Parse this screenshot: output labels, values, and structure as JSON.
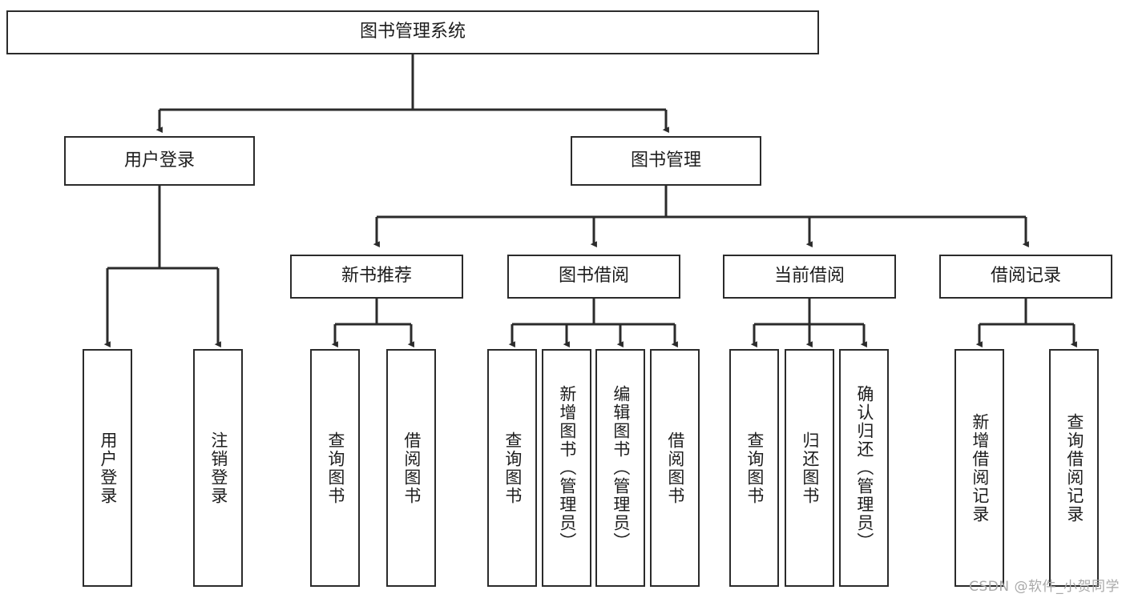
{
  "diagram": {
    "title": "图书管理系统",
    "type": "tree-hierarchy",
    "watermark": "CSDN @软件_小贺同学",
    "colors": {
      "stroke": "#2b2b2b",
      "fill": "#ffffff",
      "text": "#1d1d1d",
      "watermark": "#a9a9a9"
    },
    "levels": {
      "root": {
        "label": "图书管理系统"
      },
      "level2": [
        {
          "label": "用户登录"
        },
        {
          "label": "图书管理"
        }
      ],
      "level3": [
        {
          "label": "新书推荐"
        },
        {
          "label": "图书借阅"
        },
        {
          "label": "当前借阅"
        },
        {
          "label": "借阅记录"
        }
      ],
      "leaves": [
        {
          "label": "用户登录",
          "parent": "用户登录"
        },
        {
          "label": "注销登录",
          "parent": "用户登录"
        },
        {
          "label": "查询图书",
          "parent": "新书推荐"
        },
        {
          "label": "借阅图书",
          "parent": "新书推荐"
        },
        {
          "label": "查询图书",
          "parent": "图书借阅"
        },
        {
          "label": "新增图书（管理员）",
          "parent": "图书借阅"
        },
        {
          "label": "编辑图书（管理员）",
          "parent": "图书借阅"
        },
        {
          "label": "借阅图书",
          "parent": "图书借阅"
        },
        {
          "label": "查询图书",
          "parent": "当前借阅"
        },
        {
          "label": "归还图书",
          "parent": "当前借阅"
        },
        {
          "label": "确认归还（管理员）",
          "parent": "当前借阅"
        },
        {
          "label": "新增借阅记录",
          "parent": "借阅记录"
        },
        {
          "label": "查询借阅记录",
          "parent": "借阅记录"
        }
      ]
    }
  }
}
